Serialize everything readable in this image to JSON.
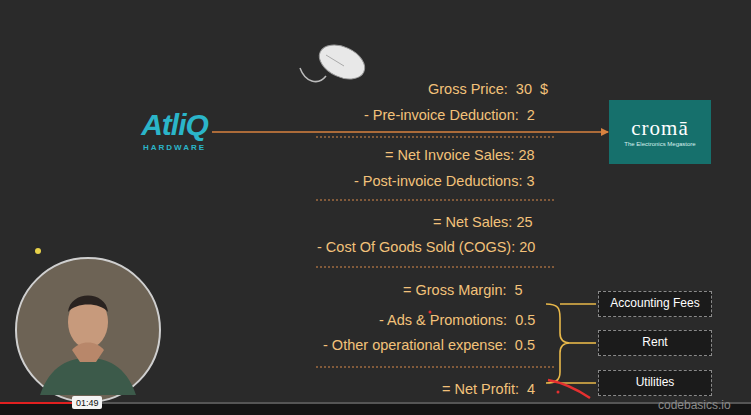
{
  "diagram": {
    "nodes": [
      {
        "text": [
          "AtliQ",
          "HARDWARE"
        ]
      },
      {
        "text": [
          "cromā",
          "The Electronics Megastore"
        ]
      },
      {
        "text": [
          "Accounting Fees"
        ]
      },
      {
        "text": [
          "Rent"
        ]
      },
      {
        "text": [
          "Utilities"
        ]
      }
    ],
    "edges": [
      {
        "from": 0,
        "to": 1,
        "arrow": "to"
      }
    ],
    "labels": [
      "Gross Price:  30  $",
      "- Pre-invoice Deduction:  2",
      "= Net Invoice Sales: 28",
      "- Post-invoice Deductions: 3",
      "= Net Sales: 25",
      "- Cost Of Goods Sold (COGS): 20",
      "= Gross Margin:  5",
      "- Ads & Promotions:  0.5",
      "- Other operational expense:  0.5",
      "= Net Profit:  4",
      "01:49",
      "codebasics.io"
    ]
  }
}
